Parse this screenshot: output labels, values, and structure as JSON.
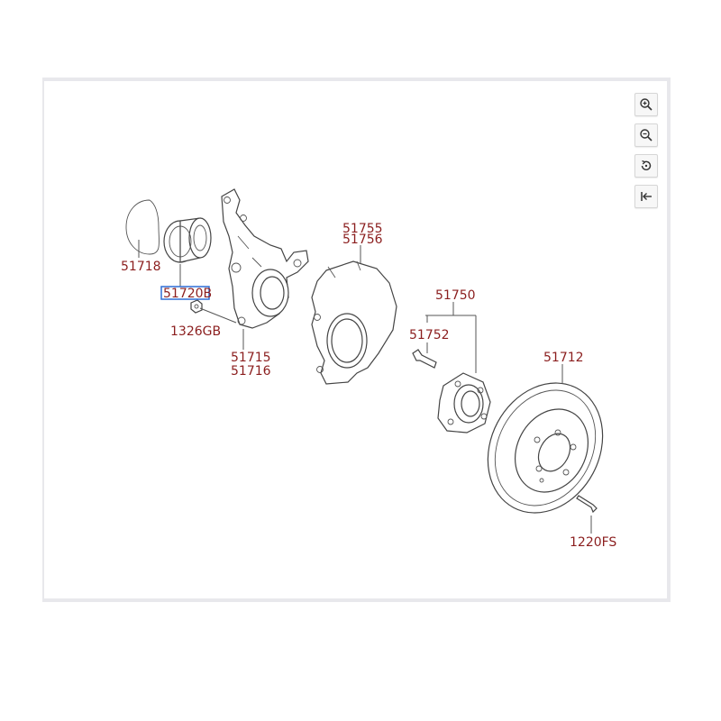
{
  "toolbar": {
    "zoom_in": "zoom-in-icon",
    "zoom_out": "zoom-out-icon",
    "reset": "reset-rotate-icon",
    "collapse": "collapse-left-icon"
  },
  "colors": {
    "label": "#8b1e1e",
    "highlight": "#2f6fd6",
    "linework": "#444444"
  },
  "parts": {
    "p51718": "51718",
    "p51720B": "51720B",
    "p1326GB": "1326GB",
    "p51715": "51715",
    "p51716": "51716",
    "p51755": "51755",
    "p51756": "51756",
    "p51750": "51750",
    "p51752": "51752",
    "p51712": "51712",
    "p1220FS": "1220FS"
  },
  "highlighted_part": "51720B"
}
